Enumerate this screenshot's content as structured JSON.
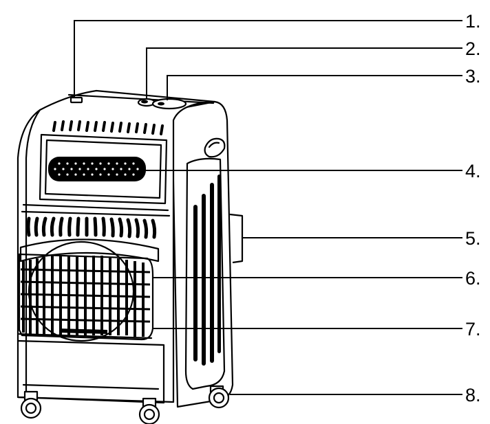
{
  "callouts": [
    {
      "label": "1."
    },
    {
      "label": "2."
    },
    {
      "label": "3."
    },
    {
      "label": "4."
    },
    {
      "label": "5."
    },
    {
      "label": "6."
    },
    {
      "label": "7."
    },
    {
      "label": "8."
    }
  ]
}
